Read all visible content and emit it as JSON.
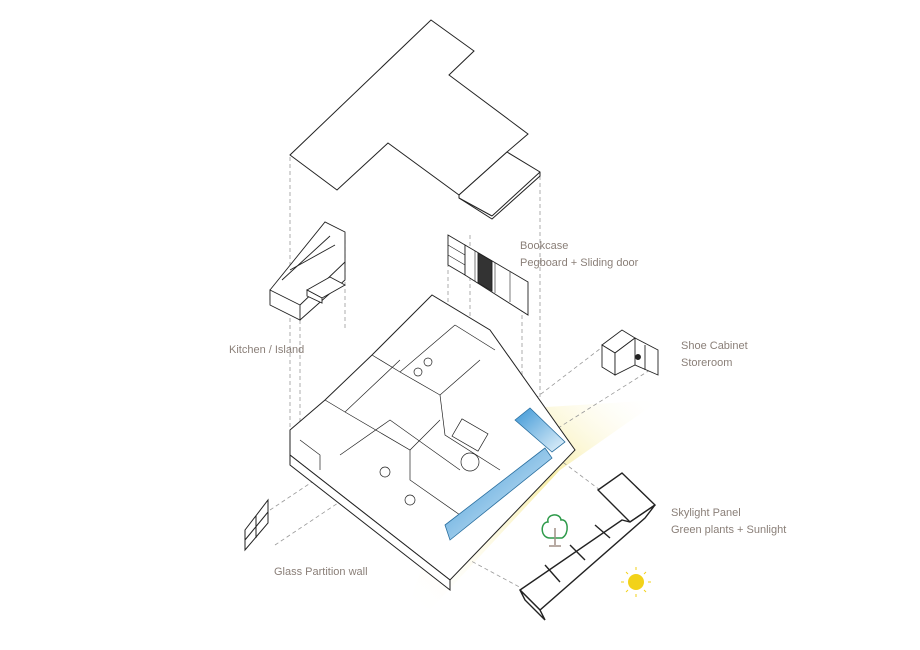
{
  "labels": {
    "bookcase": {
      "line1": "Bookcase",
      "line2": "Pegboard + Sliding door"
    },
    "kitchen": {
      "line1": "Kitchen / Island"
    },
    "shoe_cabinet": {
      "line1": "Shoe Cabinet",
      "line2": "Storeroom"
    },
    "skylight": {
      "line1": "Skylight Panel",
      "line2": "Green plants + Sunlight"
    },
    "glass_partition": {
      "line1": "Glass Partition wall"
    }
  },
  "colors": {
    "label_text": "#8a7f78",
    "line": "#222222",
    "glass_blue": "#4fa6dd",
    "sunlight_yellow": "#f7ec9e",
    "sun": "#f2d21a",
    "tree": "#2e9a4a"
  }
}
